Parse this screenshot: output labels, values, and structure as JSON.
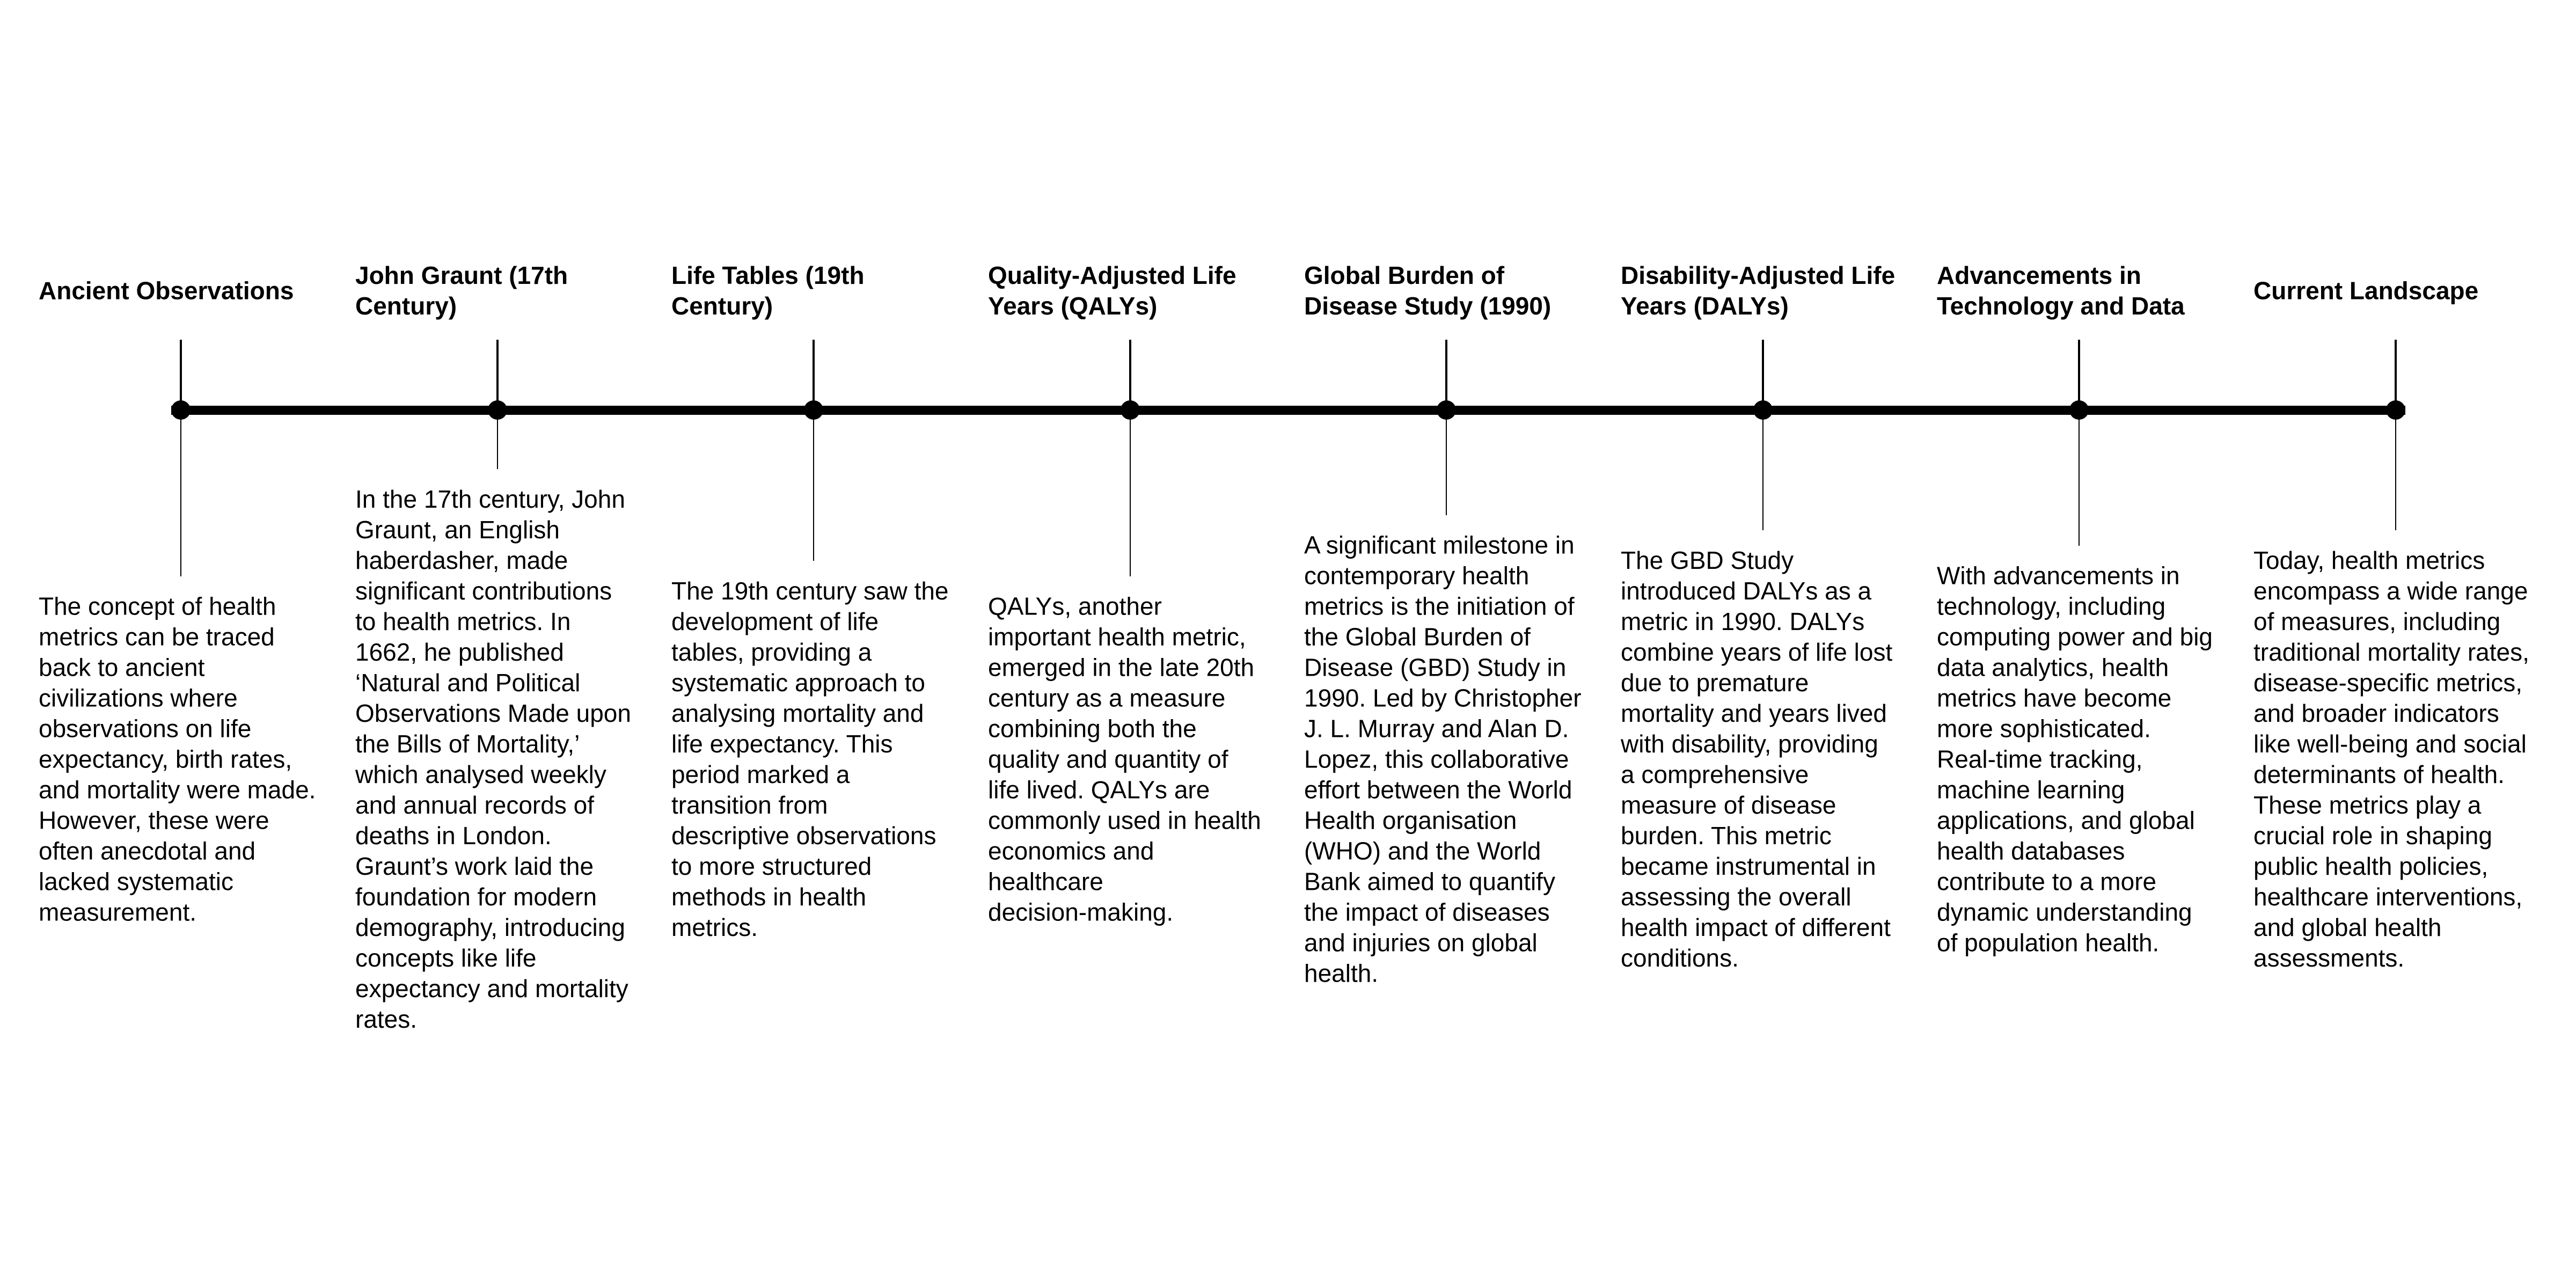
{
  "timeline": {
    "background_color": "#ffffff",
    "line_color": "#000000",
    "text_color": "#000000",
    "milestones": [
      {
        "title": "Ancient Observations",
        "description": "The concept of health\nmetrics can be traced\nback to ancient\ncivilizations where\nobservations on life\nexpectancy, birth rates,\nand mortality were made.\nHowever, these were\noften anecdotal and\nlacked systematic\nmeasurement."
      },
      {
        "title": "John Graunt (17th\nCentury)",
        "description": "In the 17th century, John\nGraunt, an English\nhaberdasher, made\nsignificant contributions\nto health metrics. In\n1662, he published\n‘Natural and Political\nObservations Made upon\nthe Bills of Mortality,’\nwhich analysed weekly\nand annual records of\ndeaths in London.\nGraunt’s work laid the\nfoundation for modern\ndemography, introducing\nconcepts like life\nexpectancy and mortality\nrates."
      },
      {
        "title": "Life Tables (19th\nCentury)",
        "description": "The 19th century saw the\ndevelopment of life\ntables, providing a\nsystematic approach to\nanalysing mortality and\nlife expectancy. This\nperiod marked a\ntransition from\ndescriptive observations\nto more structured\nmethods in health\nmetrics."
      },
      {
        "title": "Quality-Adjusted Life\nYears (QALYs)",
        "description": "QALYs, another\nimportant health metric,\nemerged in the late 20th\ncentury as a measure\ncombining both the\nquality and quantity of\nlife lived. QALYs are\ncommonly used in health\neconomics and\nhealthcare\ndecision-making."
      },
      {
        "title": "Global Burden of\nDisease Study (1990)",
        "description": "A significant milestone in\ncontemporary health\nmetrics is the initiation of\nthe Global Burden of\nDisease (GBD) Study in\n1990. Led by Christopher\nJ. L. Murray and Alan D.\nLopez, this collaborative\neffort between the World\nHealth organisation\n(WHO) and the World\nBank aimed to quantify\nthe impact of diseases\nand injuries on global\nhealth."
      },
      {
        "title": "Disability-Adjusted Life\nYears (DALYs)",
        "description": "The GBD Study\nintroduced DALYs as a\nmetric in 1990. DALYs\ncombine years of life lost\ndue to premature\nmortality and years lived\nwith disability, providing\na comprehensive\nmeasure of disease\nburden. This metric\nbecame instrumental in\nassessing the overall\nhealth impact of different\nconditions."
      },
      {
        "title": "Advancements in\nTechnology and Data",
        "description": "With advancements in\ntechnology, including\ncomputing power and big\ndata analytics, health\nmetrics have become\nmore sophisticated.\nReal-time tracking,\nmachine learning\napplications, and global\nhealth databases\ncontribute to a more\ndynamic understanding\nof population health."
      },
      {
        "title": "Current Landscape",
        "description": "Today, health metrics\nencompass a wide range\nof measures, including\ntraditional mortality rates,\ndisease-specific metrics,\nand broader indicators\nlike well-being and social\ndeterminants of health.\nThese metrics play a\ncrucial role in shaping\npublic health policies,\nhealthcare interventions,\nand global health\nassessments."
      }
    ]
  }
}
